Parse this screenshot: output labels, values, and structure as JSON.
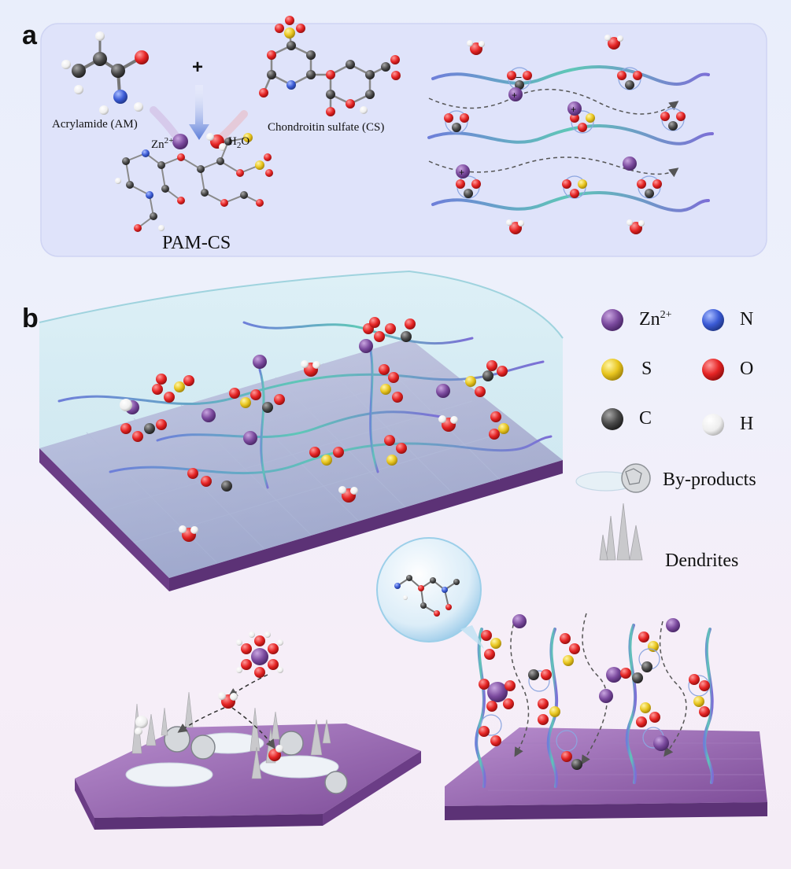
{
  "panels": {
    "a": "a",
    "b": "b"
  },
  "panel_a": {
    "plus_sign": "+",
    "am_label": "Acrylamide (AM)",
    "cs_label": "Chondroitin sulfate (CS)",
    "zn_label": "Zn",
    "zn_charge": "2+",
    "h2o_h": "H",
    "h2o_sub": "2",
    "h2o_o": "O",
    "product_label": "PAM-CS"
  },
  "legend": {
    "zn": "Zn",
    "zn_charge": "2+",
    "n": "N",
    "s": "S",
    "o": "O",
    "c": "C",
    "h": "H",
    "byproducts": "By-products",
    "dendrites": "Dendrites"
  },
  "colors": {
    "zn": "#7b4a9e",
    "n": "#3b5bd6",
    "s": "#e8c51e",
    "o": "#e52424",
    "c": "#4a4a4a",
    "h": "#f2f2f2",
    "zinc_substrate": "#8a5aa3",
    "hydrogel": "#bfe6ee"
  }
}
